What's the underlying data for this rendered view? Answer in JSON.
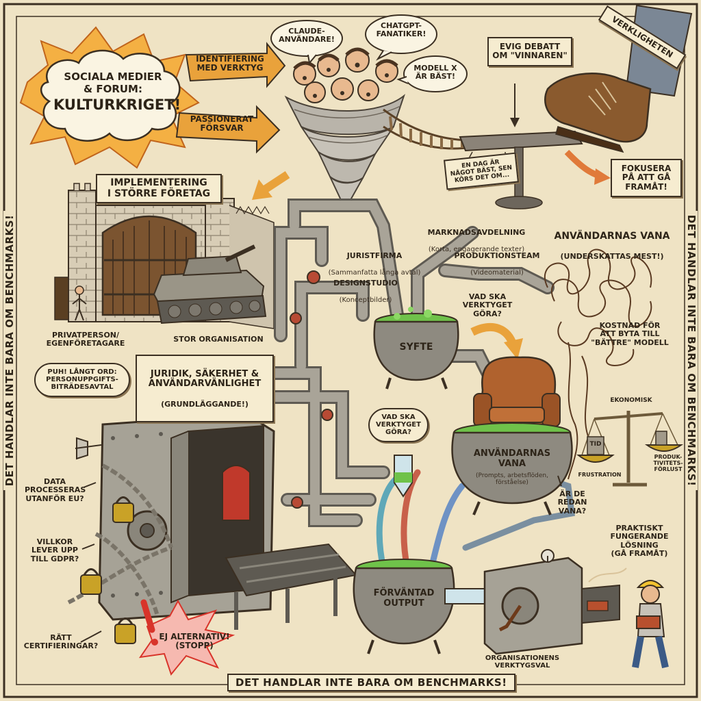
{
  "borders": {
    "bottom": "DET HANDLAR INTE BARA OM BENCHMARKS!",
    "left": "DET HANDLAR INTE BARA OM BENCHMARKS!",
    "right": "DET HANDLAR INTE BARA OM BENCHMARKS!"
  },
  "culture_war": {
    "cloud_line1": "SOCIALA MEDIER",
    "cloud_line2": "& FORUM:",
    "cloud_title": "KULTURKRIGET!",
    "arrow_top": "IDENTIFIERING\nMED VERKTYG",
    "arrow_bottom": "PASSIONERAT\nFÖRSVAR",
    "bubble_claude": "CLAUDE-\nANVÄNDARE!",
    "bubble_chatgpt": "CHATGPT-\nFANATIKER!",
    "bubble_model": "MODELL X\nÄR BÄST!"
  },
  "debate": {
    "sign": "EVIG DEBATT\nOM \"VINNAREN\"",
    "table_sign": "EN DAG ÄR\nNÅGOT BÄST, SEN\nKÖRS DET OM...",
    "reality": "VERKLIGHETEN",
    "focus": "FOKUSERA\nPÅ ATT GÅ\nFRAMÅT!"
  },
  "enterprise": {
    "title": "IMPLEMENTERING\nI STÖRRE FÖRETAG",
    "private": "PRIVATPERSON/\nEGENFÖRETAGARE",
    "org": "STOR ORGANISATION"
  },
  "legal": {
    "banner": "JURIDIK, SÄKERHET &\nANVÄNDARVÄNLIGHET",
    "banner_sub": "(GRUNDLÄGGANDE!)",
    "bubble": "PUH! LÅNGT ORD:\nPERSONUPPGIFTS-\nBITRÄDESAVTAL",
    "q_eu": "DATA\nPROCESSERAS\nUTANFÖR EU?",
    "q_gdpr": "VILLKOR\nLEVER UPP\nTILL GDPR?",
    "q_cert": "RÄTT\nCERTIFIERINGAR?",
    "stop": "EJ ALTERNATIV!\n(STOPP)"
  },
  "purpose": {
    "marketing": "MARKNADSAVDELNING",
    "marketing_sub": "(Korta, engagerande texter)",
    "law": "JURISTFIRMA",
    "law_sub": "(Sammanfatta långa avtal)",
    "production": "PRODUKTIONSTEAM",
    "production_sub": "(Videomaterial)",
    "design": "DESIGNSTUDIO",
    "design_sub": "(Konceptbilder)",
    "question": "VAD SKA\nVERKTYGET\nGÖRA?",
    "cauldron": "SYFTE"
  },
  "habits": {
    "title": "ANVÄNDARNAS VANA",
    "title_sub": "(UNDERSKATTAS MEST!)",
    "cost": "KOSTNAD FÖR\nATT BYTA TILL\n\"BÄTTRE\" MODELL",
    "economic": "EKONOMISK",
    "weight": "TID",
    "frustration": "FRUSTRATION",
    "productivity": "PRODUK-\nTIVITETS-\nFÖRLUST",
    "cauldron": "ANVÄNDARNAS\nVANA",
    "cauldron_sub": "(Prompts, arbetsflöden, förståelse)",
    "question_used": "ÄR DE\nREDAN\nVANA?",
    "question_tool": "VAD SKA\nVERKTYGET\nGÖRA?"
  },
  "output": {
    "cauldron": "FÖRVÄNTAD\nOUTPUT",
    "machine": "ORGANISATIONENS\nVERKTYGSVAL",
    "practical": "PRAKTISKT\nFUNGERANDE\nLÖSNING\n(GÅ FRAMÅT)"
  },
  "colors": {
    "paper": "#efe3c4",
    "ink": "#2d2418",
    "brass": "#c9a227",
    "arrow": "#e9a23b",
    "stop_red": "#d8342a",
    "goo": "#6fc24a"
  }
}
